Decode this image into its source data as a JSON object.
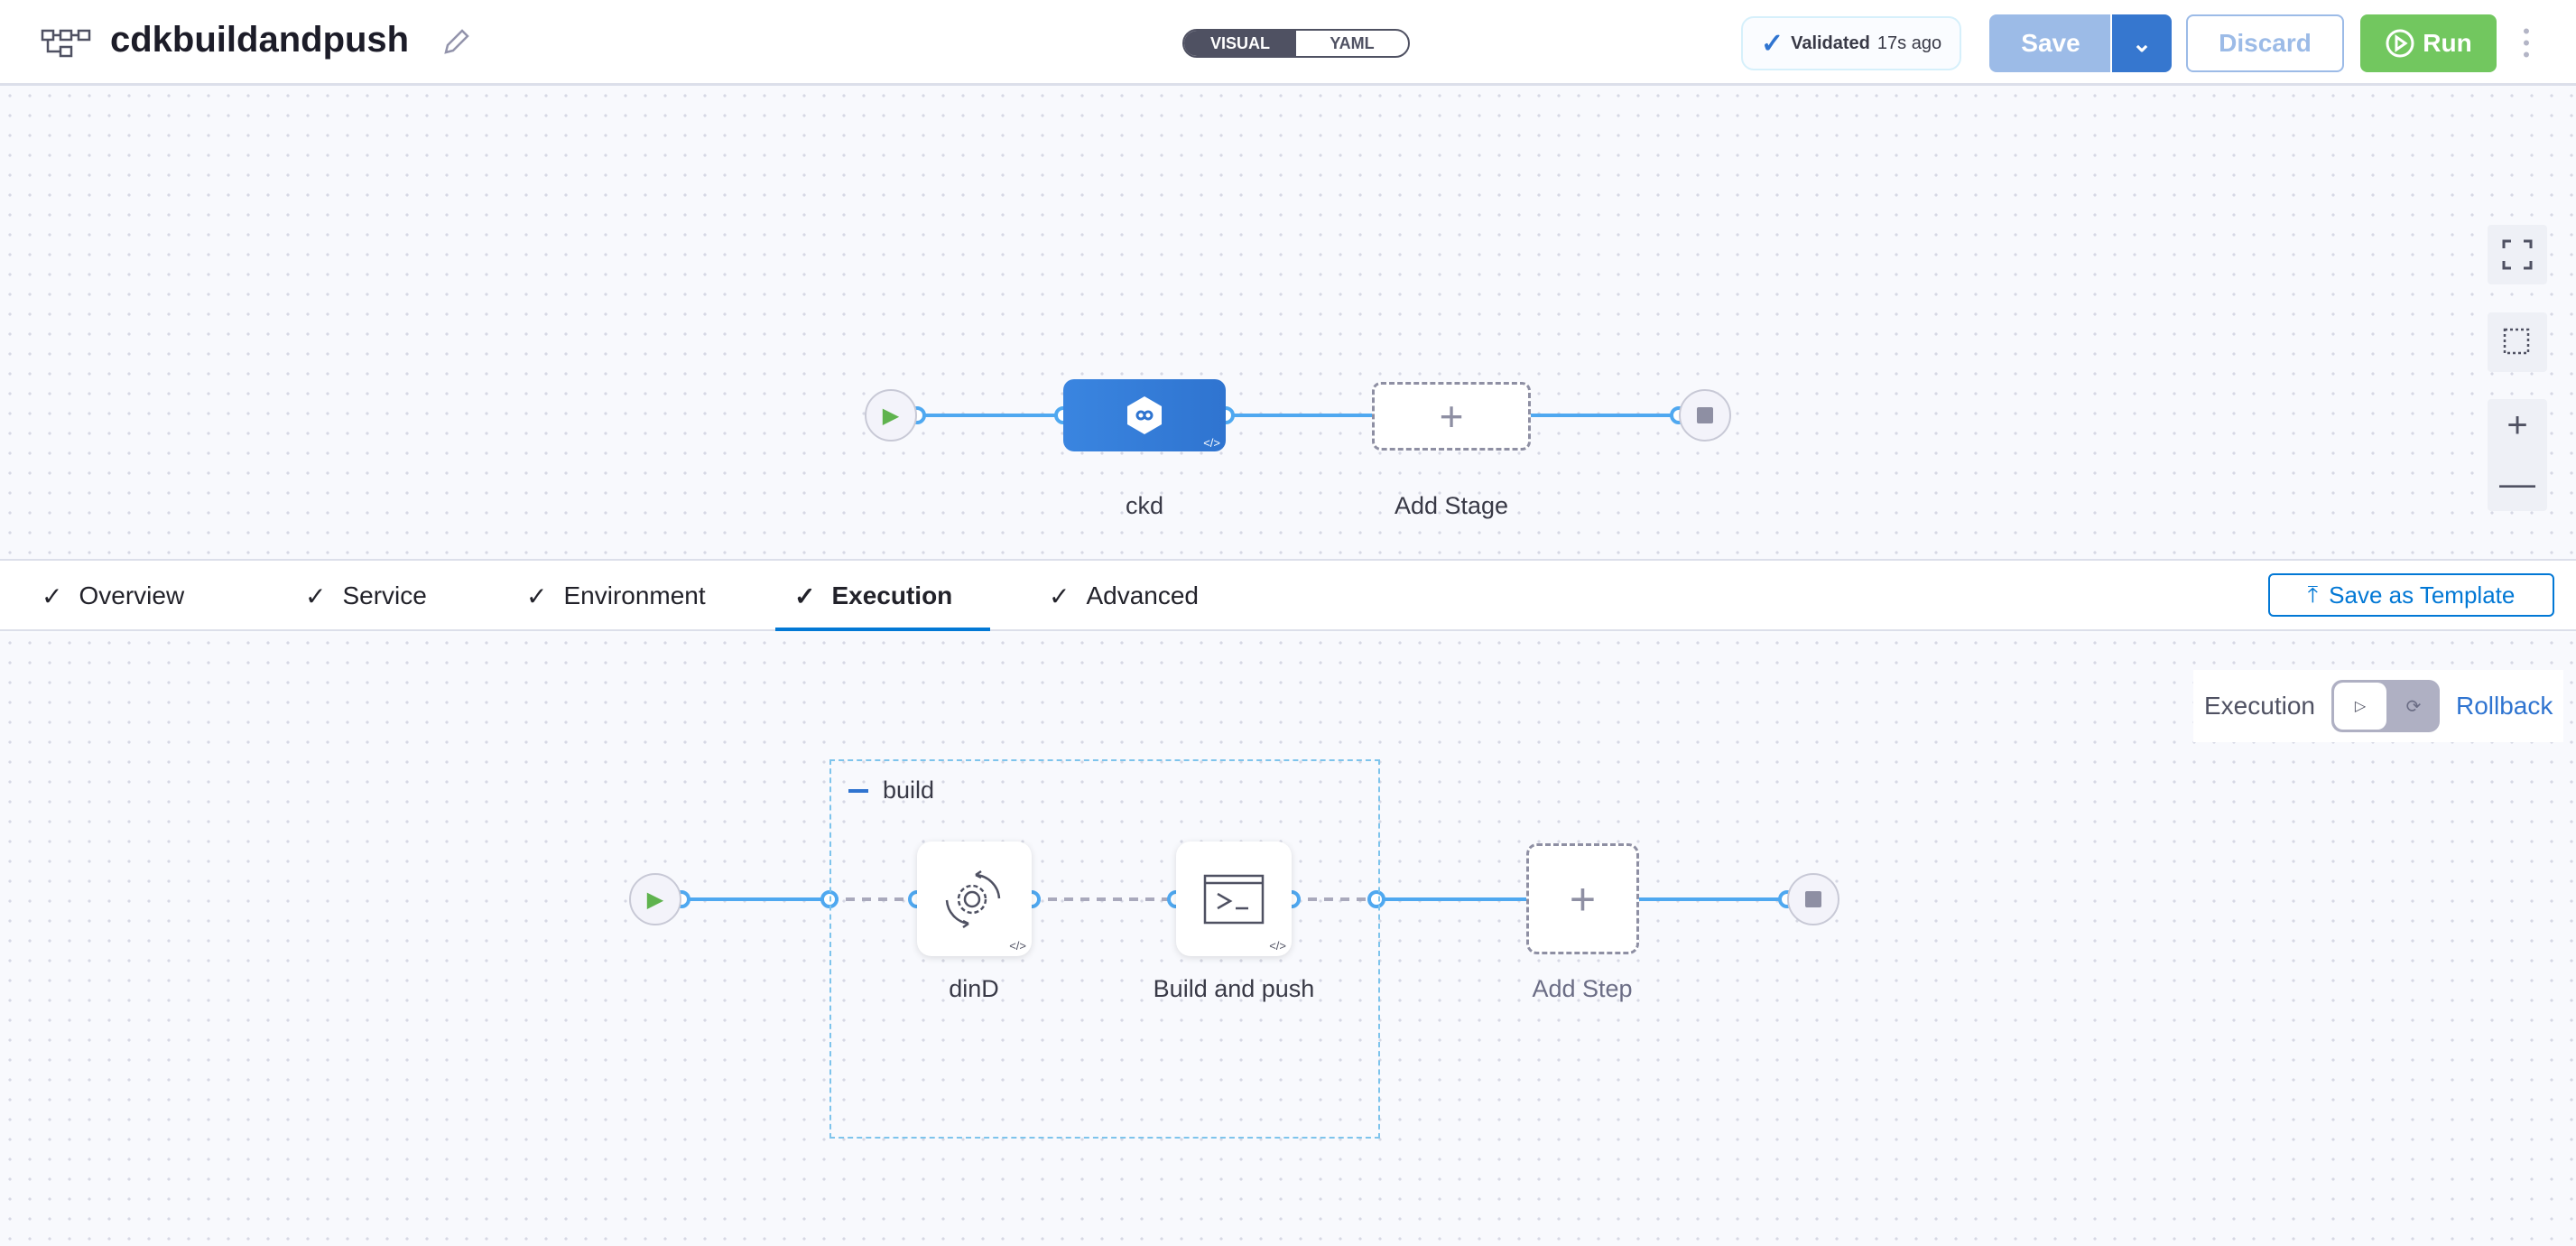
{
  "header": {
    "title": "cdkbuildandpush",
    "view_modes": [
      "VISUAL",
      "YAML"
    ],
    "active_view": "VISUAL",
    "validated_label": "Validated",
    "validated_time": "17s ago",
    "save_label": "Save",
    "discard_label": "Discard",
    "run_label": "Run"
  },
  "stage_graph": {
    "stages": [
      {
        "name": "ckd"
      }
    ],
    "add_stage_label": "Add Stage"
  },
  "tabs": {
    "items": [
      {
        "label": "Overview",
        "done": true
      },
      {
        "label": "Service",
        "done": true
      },
      {
        "label": "Environment",
        "done": true
      },
      {
        "label": "Execution",
        "done": true,
        "active": true
      },
      {
        "label": "Advanced",
        "done": true
      }
    ],
    "save_template_label": "Save as Template"
  },
  "execution": {
    "execution_label": "Execution",
    "rollback_label": "Rollback",
    "group_name": "build",
    "steps": [
      {
        "name": "dinD"
      },
      {
        "name": "Build and push"
      }
    ],
    "add_step_label": "Add Step"
  },
  "colors": {
    "accent": "#0278d5",
    "run": "#72c75f",
    "save_disabled": "#9cbbe7",
    "save_dropdown": "#3677cf",
    "connector": "#4fa8f0"
  }
}
